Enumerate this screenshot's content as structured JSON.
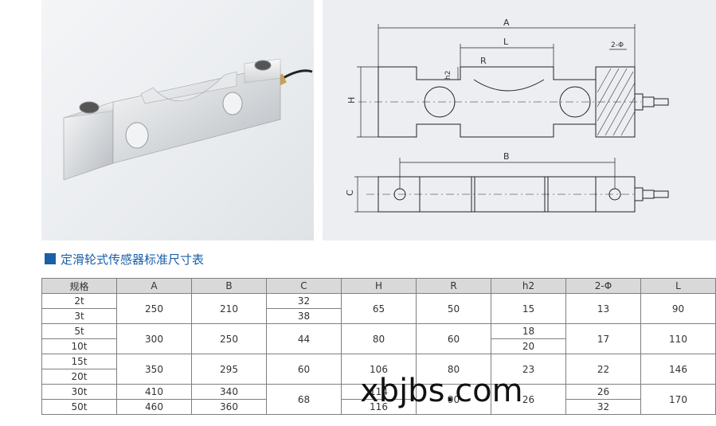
{
  "drawing": {
    "label_A": "A",
    "label_L": "L",
    "label_R": "R",
    "label_h2": "h2",
    "label_H": "H",
    "label_2phi": "2-Φ",
    "label_B": "B",
    "label_C": "C"
  },
  "section_title": "定滑轮式传感器标准尺寸表",
  "table": {
    "headers": [
      "规格",
      "A",
      "B",
      "C",
      "H",
      "R",
      "h2",
      "2-Φ",
      "L"
    ],
    "spec": [
      "2t",
      "3t",
      "5t",
      "10t",
      "15t",
      "20t",
      "30t",
      "50t"
    ],
    "group1": {
      "A": "250",
      "B": "210",
      "C_2t": "32",
      "C_3t": "38",
      "H": "65",
      "R": "50",
      "h2": "15",
      "phi": "13",
      "L": "90"
    },
    "group2": {
      "A": "300",
      "B": "250",
      "C": "44",
      "H": "80",
      "R": "60",
      "h2_5t": "18",
      "h2_10t": "20",
      "phi": "17",
      "L": "110"
    },
    "group3": {
      "A": "350",
      "B": "295",
      "C": "60",
      "H": "106",
      "R": "80",
      "h2": "23",
      "phi": "22",
      "L": "146"
    },
    "group4": {
      "A_30t": "410",
      "A_50t": "460",
      "B_30t": "340",
      "B_50t": "360",
      "C": "68",
      "H_30t": "114",
      "H_50t": "116",
      "R": "90",
      "h2": "26",
      "phi_30t": "26",
      "phi_50t": "32",
      "L": "170"
    }
  },
  "watermark": "xbjbs.com"
}
